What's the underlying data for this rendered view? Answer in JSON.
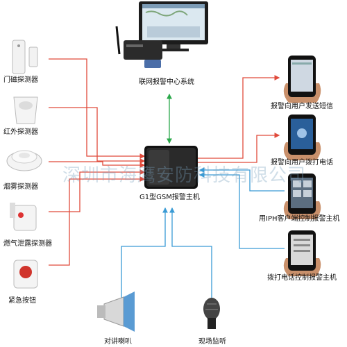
{
  "colors": {
    "sensor_lines": "#e04a3b",
    "output_lines": "#e04a3b",
    "control_lines": "#3a9bd5",
    "center_link": "#2aa84a",
    "watermark": "rgba(120,160,190,0.35)"
  },
  "center": {
    "name": "联网报警中心系统",
    "icon": "monitor-with-gsm-module-icon"
  },
  "host": {
    "name": "G1型GSM报警主机",
    "icon": "gsm-alarm-panel-icon"
  },
  "detectors": [
    {
      "label": "门磁探测器",
      "icon": "door-contact-icon"
    },
    {
      "label": "红外探测器",
      "icon": "pir-sensor-icon"
    },
    {
      "label": "烟雾探测器",
      "icon": "smoke-detector-icon"
    },
    {
      "label": "燃气泄露探测器",
      "icon": "gas-detector-icon"
    },
    {
      "label": "紧急按钮",
      "icon": "panic-button-icon"
    }
  ],
  "outputs": [
    {
      "label": "报警向用户发送短信",
      "icon": "phone-sms-icon",
      "direction": "host-to-phone"
    },
    {
      "label": "报警向用户拨打电话",
      "icon": "phone-call-icon",
      "direction": "host-to-phone"
    },
    {
      "label": "用IPH客户端控制报警主机",
      "icon": "phone-app-icon",
      "direction": "phone-to-host"
    },
    {
      "label": "拨打电话控制报警主机",
      "icon": "phone-dial-icon",
      "direction": "phone-to-host"
    }
  ],
  "bottom": [
    {
      "label": "对讲喇叭",
      "icon": "megaphone-icon"
    },
    {
      "label": "现场监听",
      "icon": "microphone-icon"
    }
  ],
  "watermark": "深圳市海鹰安防科技有限公司"
}
